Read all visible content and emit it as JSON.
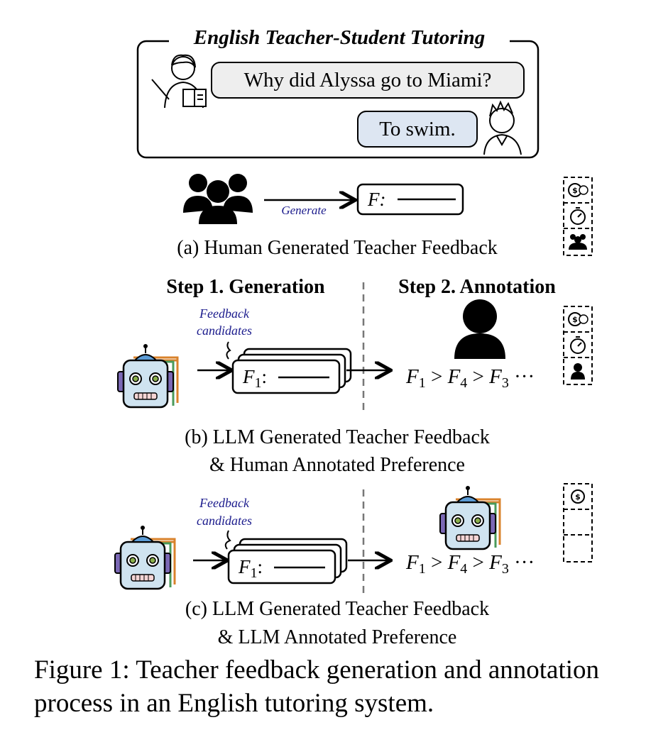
{
  "scene": {
    "title": "English Teacher-Student Tutoring",
    "teacher_question": "Why did Alyssa go to Miami?",
    "student_answer": "To swim."
  },
  "panel_a": {
    "arrow_label": "Generate",
    "feedback_label": "F:",
    "caption": "(a) Human Generated Teacher Feedback"
  },
  "panel_b": {
    "step1": "Step 1. Generation",
    "step2": "Step 2. Annotation",
    "candidates_line1": "Feedback",
    "candidates_line2": "candidates",
    "feedback_base": "F",
    "feedback_sub": "1",
    "ranking": [
      "F1",
      "F4",
      "F3"
    ],
    "caption_line1": "(b) LLM Generated Teacher Feedback",
    "caption_line2": "& Human Annotated Preference"
  },
  "panel_c": {
    "candidates_line1": "Feedback",
    "candidates_line2": "candidates",
    "feedback_base": "F",
    "feedback_sub": "1",
    "ranking": [
      "F1",
      "F4",
      "F3"
    ],
    "caption_line1": "(c) LLM Generated Teacher Feedback",
    "caption_line2": "& LLM Annotated Preference"
  },
  "figure_caption": {
    "line1": "Figure 1: Teacher feedback generation and annotation",
    "line2": "process in an English tutoring system."
  },
  "icons": [
    "teacher-icon",
    "student-icon",
    "human-group-icon",
    "human-person-icon",
    "robot-icon",
    "money-icon",
    "timer-icon"
  ],
  "colors": {
    "bubble_teacher": "#eeeeee",
    "bubble_student": "#dde6f2",
    "candidate_text": "#1a1a8c",
    "robot_face": "#cfe3f0",
    "robot_accent_blue": "#5b9bd5",
    "robot_ear": "#7b68b5",
    "robot_edge_green": "#4a9a5a",
    "robot_edge_orange": "#d9822b"
  }
}
